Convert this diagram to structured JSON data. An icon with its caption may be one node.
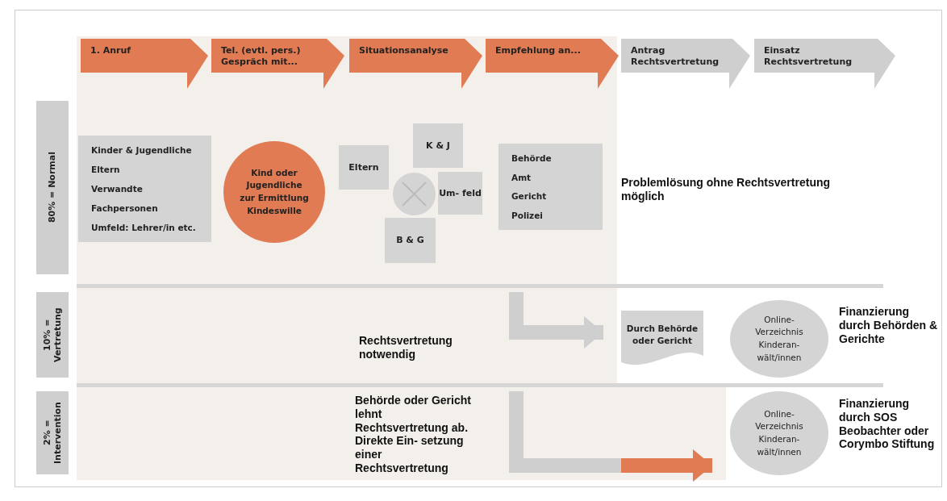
{
  "diagram": {
    "nodes": [
      {
        "text": [
          "1. Anruf"
        ]
      },
      {
        "text": [
          "Tel. (evtl. pers.) Gespräch mit..."
        ]
      },
      {
        "text": [
          "Situationsanalyse"
        ]
      },
      {
        "text": [
          "Empfehlung an..."
        ]
      },
      {
        "text": [
          "Antrag Rechtsvertretung"
        ]
      },
      {
        "text": [
          "Einsatz Rechtsvertretung"
        ]
      },
      {
        "text": [
          "80% = Normal"
        ]
      },
      {
        "text": [
          "Kinder & Jugendliche",
          "Eltern",
          "Verwandte",
          "Fachpersonen",
          "Umfeld: Lehrer/in etc."
        ]
      },
      {
        "text": [
          "Kind oder Jugendliche zur Ermittlung Kindeswille"
        ]
      },
      {
        "text": [
          "K & J"
        ]
      },
      {
        "text": [
          "Eltern"
        ]
      },
      {
        "text": [],
        "shape": "circle"
      },
      {
        "text": [
          "Um- feld"
        ]
      },
      {
        "text": [
          "B & G"
        ]
      },
      {
        "text": [
          "Behörde",
          "Amt",
          "Gericht",
          "Polizei"
        ]
      },
      {
        "text": [
          "10% = Vertretung"
        ]
      },
      {
        "text": [
          "Durch Behörde oder Gericht"
        ]
      },
      {
        "text": [
          "Online- Verzeichnis Kinderan- wält/innen"
        ]
      },
      {
        "text": [
          "2% = Intervention"
        ]
      },
      {
        "text": [
          "Online- Verzeichnis Kinderan- wält/innen"
        ]
      }
    ],
    "edges": [
      {
        "from": null,
        "to": 16,
        "arrow": "to"
      },
      {
        "from": null,
        "to": 19,
        "arrow": "to"
      },
      {
        "from": null,
        "to": 19,
        "arrow": "to",
        "color": "#e07b53"
      }
    ],
    "labels": [
      "Problemlösung ohne Rechtsvertretung möglich",
      "Rechtsvertretung notwendig",
      "Finanzierung durch Behörden & Gerichte",
      "Behörde oder Gericht lehnt Rechtsvertretung ab. Direkte Ein- setzung einer Rechtsvertretung",
      "Finanzierung durch SOS Beobachter oder Corymbo Stiftung"
    ]
  }
}
